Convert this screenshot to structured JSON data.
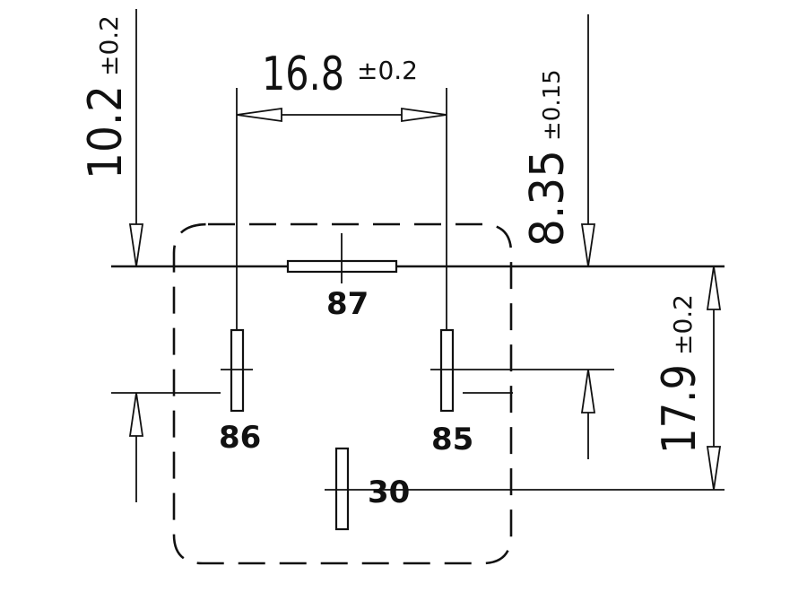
{
  "colors": {
    "ink": "#111111",
    "paper": "#ffffff"
  },
  "dimensions": {
    "pin_spacing": {
      "value": "16.8",
      "tolerance": "±0.2"
    },
    "left_offset": {
      "value": "10.2",
      "tolerance": "±0.2"
    },
    "right_offset": {
      "value": "8.35",
      "tolerance": "±0.15"
    },
    "vertical_span": {
      "value": "17.9",
      "tolerance": "±0.2"
    }
  },
  "pins": {
    "p87": "87",
    "p86": "86",
    "p85": "85",
    "p30": "30"
  }
}
